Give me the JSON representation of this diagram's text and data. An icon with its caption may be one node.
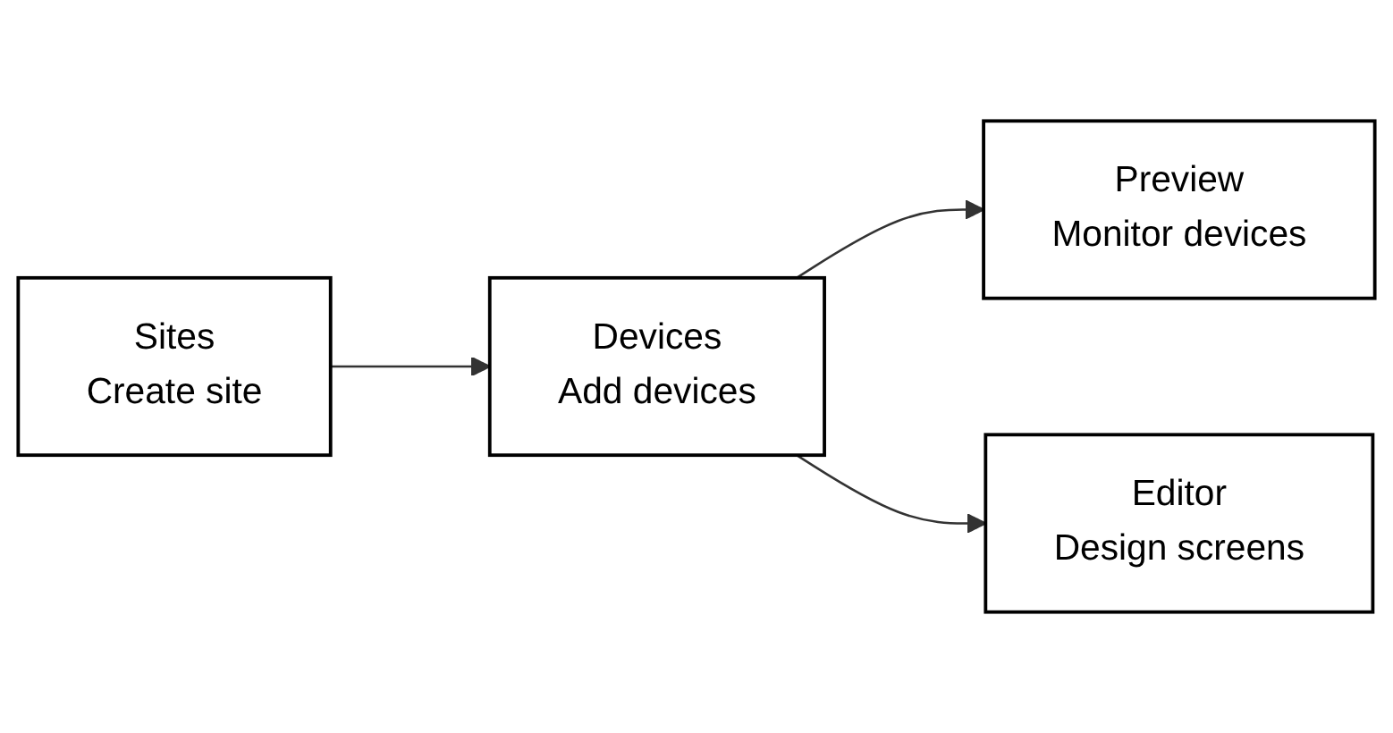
{
  "diagram": {
    "nodes": [
      {
        "text": [
          "Sites",
          "Create site"
        ]
      },
      {
        "text": [
          "Devices",
          "Add devices"
        ]
      },
      {
        "text": [
          "Preview",
          "Monitor devices"
        ]
      },
      {
        "text": [
          "Editor",
          "Design screens"
        ]
      }
    ],
    "edges": [
      {
        "from": 0,
        "to": 1,
        "arrow": "to"
      },
      {
        "from": 1,
        "to": 2,
        "arrow": "to"
      },
      {
        "from": 1,
        "to": 3,
        "arrow": "to"
      }
    ]
  }
}
